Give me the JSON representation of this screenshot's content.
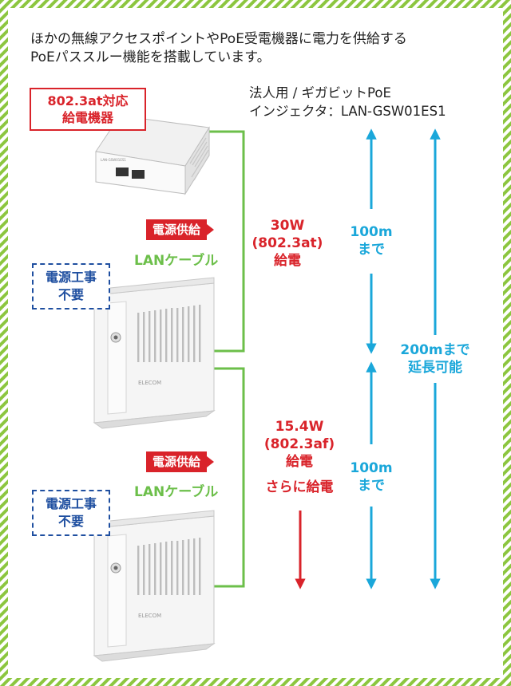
{
  "intro": {
    "line1": "ほかの無線アクセスポイントやPoE受電機器に電力を供給する",
    "line2": "PoEパススルー機能を搭載しています。"
  },
  "product": {
    "line1": "法人用 / ギガビットPoE",
    "line2": "インジェクタ：LAN-GSW01ES1"
  },
  "source_label": {
    "line1": "802.3at対応",
    "line2": "給電機器"
  },
  "power_tag": "電源供給",
  "cable_label": "LANケーブル",
  "no_power_work": {
    "line1": "電源工事",
    "line2": "不要"
  },
  "power1": {
    "line1": "30W",
    "line2": "(802.3at)",
    "line3": "給電"
  },
  "power2": {
    "line1": "15.4W",
    "line2": "(802.3af)",
    "line3": "給電",
    "line4": "さらに給電"
  },
  "distance": {
    "line1": "100m",
    "line2": "まで"
  },
  "extension": {
    "line1": "200mまで",
    "line2": "延長可能"
  },
  "device_brand": "ELECOM",
  "colors": {
    "green": "#6cbf4a",
    "red": "#d9232a",
    "cyan": "#1aa7da",
    "navy": "#1f4fa0"
  }
}
